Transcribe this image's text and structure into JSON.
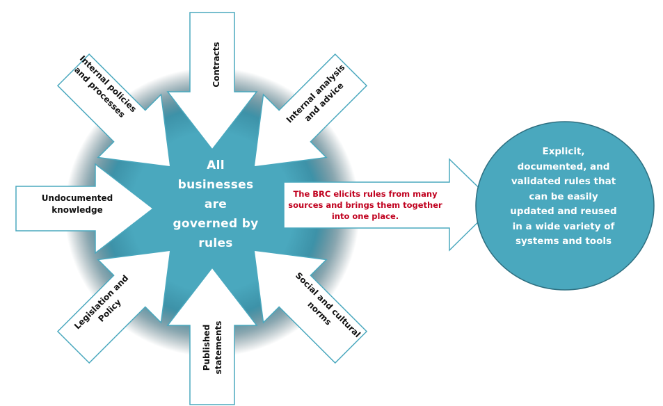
{
  "center": {
    "lines": [
      "All",
      "businesses",
      "are",
      "governed by",
      "rules"
    ]
  },
  "sources": [
    {
      "id": "contracts",
      "lines": [
        "Contracts"
      ]
    },
    {
      "id": "internal-analysis",
      "lines": [
        "Internal analysis",
        "and advice"
      ]
    },
    {
      "id": "social-norms",
      "lines": [
        "Social and cultural",
        "norms"
      ]
    },
    {
      "id": "published-statements",
      "lines": [
        "Published",
        "statements"
      ]
    },
    {
      "id": "legislation-policy",
      "lines": [
        "Legislation and",
        "Policy"
      ]
    },
    {
      "id": "undocumented-knowledge",
      "lines": [
        "Undocumented",
        "knowledge"
      ]
    },
    {
      "id": "internal-policies",
      "lines": [
        "Internal policies",
        "and processes"
      ]
    }
  ],
  "process": {
    "lines": [
      "The BRC elicits rules from many",
      "sources and brings them together",
      "into one place."
    ]
  },
  "outcome": {
    "lines": [
      "Explicit,",
      "documented, and",
      "validated rules that",
      "can be easily",
      "updated and reused",
      "in a wide variety of",
      "systems and tools"
    ]
  },
  "colors": {
    "hub": "#4aa8be",
    "arrow_outline": "#4aa8be",
    "process_text": "#c0001e",
    "center_text": "#ffffff"
  }
}
